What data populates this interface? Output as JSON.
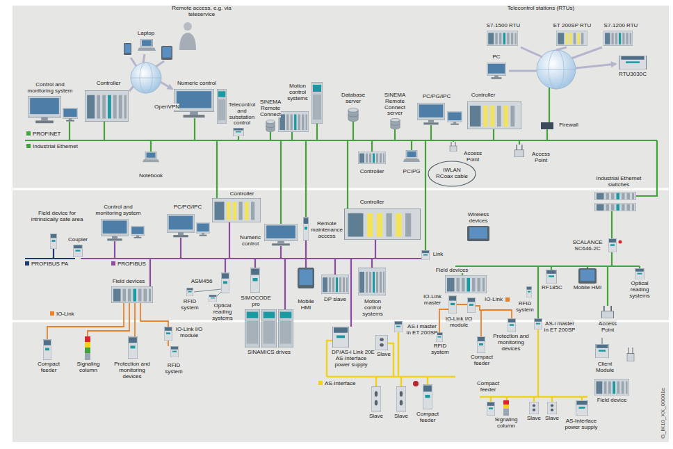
{
  "diagram": {
    "labels": [
      "Remote access, e.g. via teleservice",
      "Laptop",
      "OpenVPN",
      "Control and monitoring system",
      "Controller",
      "Numeric control",
      "Telecontrol and substation control",
      "SINEMA Remote Connect",
      "Motion control systems",
      "Database server",
      "SINEMA Remote Connect server",
      "PC/PG/IPC",
      "Controller",
      "Telecontrol stations (RTUs)",
      "S7-1500 RTU",
      "ET 200SP RTU",
      "S7-1200 RTU",
      "PC",
      "RTU3030C",
      "Firewall",
      "Notebook",
      "Controller",
      "PC/PG",
      "Access Point",
      "IWLAN RCoax cable",
      "Access Point",
      "Controller",
      "Industrial Ethernet switches",
      "Field device for intrinsically safe area",
      "Control and monitoring system",
      "PC/PG/IPC",
      "Controller",
      "Wireless devices",
      "Numeric control",
      "Remote maintenance access",
      "Coupler",
      "SCALANCE SC646-2C",
      "Link",
      "Field devices",
      "ASM456",
      "RFID system",
      "Optical reading systems",
      "SIMOCODE pro",
      "Mobile HMI",
      "DP slave",
      "Motion control systems",
      "SINAMICS drives",
      "Field devices",
      "IO-Link master",
      "IO-Link",
      "RF185C",
      "Mobile HMI",
      "Optical reading systems",
      "RFID system",
      "Access Point",
      "IO-Link I/O module",
      "Protection and monitoring devices",
      "RFID system",
      "Compact feeder",
      "AS-i master in ET 200SP",
      "AS-i master in ET 200SP",
      "Compact feeder",
      "Signaling column",
      "Protection and monitoring devices",
      "IO-Link I/O module",
      "RFID system",
      "DP/AS-i Link 20E",
      "AS-Interface power supply",
      "Slave",
      "Slave",
      "Slave",
      "Compact feeder",
      "Compact feeder",
      "Signaling column",
      "Slave",
      "Slave",
      "AS-Interface power supply",
      "Client Module",
      "Field device",
      "G_IK10_XX_00001e"
    ],
    "legend": [
      {
        "text": "PROFINET",
        "color": "#43a33b"
      },
      {
        "text": "Industrial Ethernet",
        "color": "#43a33b"
      },
      {
        "text": "PROFIBUS PA",
        "color": "#1d3d6e"
      },
      {
        "text": "PROFIBUS",
        "color": "#8a4c9d"
      },
      {
        "text": "IO-Link",
        "color": "#e8822a"
      },
      {
        "text": "AS-Interface",
        "color": "#f0d21c"
      }
    ]
  }
}
